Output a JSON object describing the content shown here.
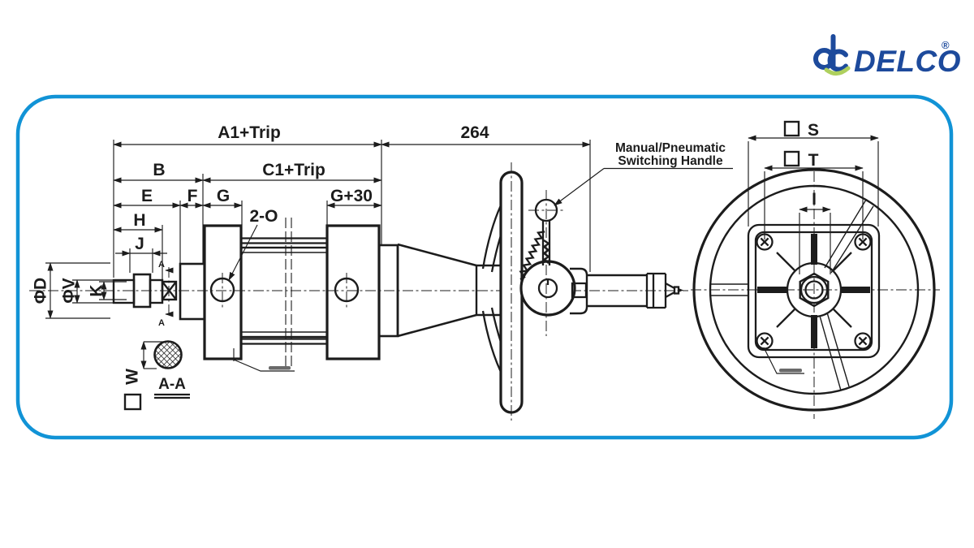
{
  "colors": {
    "border_blue": "#1193d6",
    "line": "#1c1c1c",
    "logo_blue": "#1d4a9c",
    "logo_green": "#aed05e",
    "background": "#ffffff"
  },
  "logo": {
    "brand": "DELCO",
    "registered": "®"
  },
  "annotations": {
    "handle_line1": "Manual/Pneumatic",
    "handle_line2": "Switching Handle",
    "ports_label": "2-O",
    "section_title": "A-A",
    "section_marker": "A"
  },
  "dimensions": {
    "a1_trip": "A1+Trip",
    "overall_264": "264",
    "b": "B",
    "c1_trip": "C1+Trip",
    "e": "E",
    "f": "F",
    "g": "G",
    "g_plus_30": "G+30",
    "h": "H",
    "j": "J",
    "phi_d": "ΦD",
    "phi_v": "ΦV",
    "k": "K",
    "w": "W",
    "s": "S",
    "t": "T",
    "i": "I"
  }
}
